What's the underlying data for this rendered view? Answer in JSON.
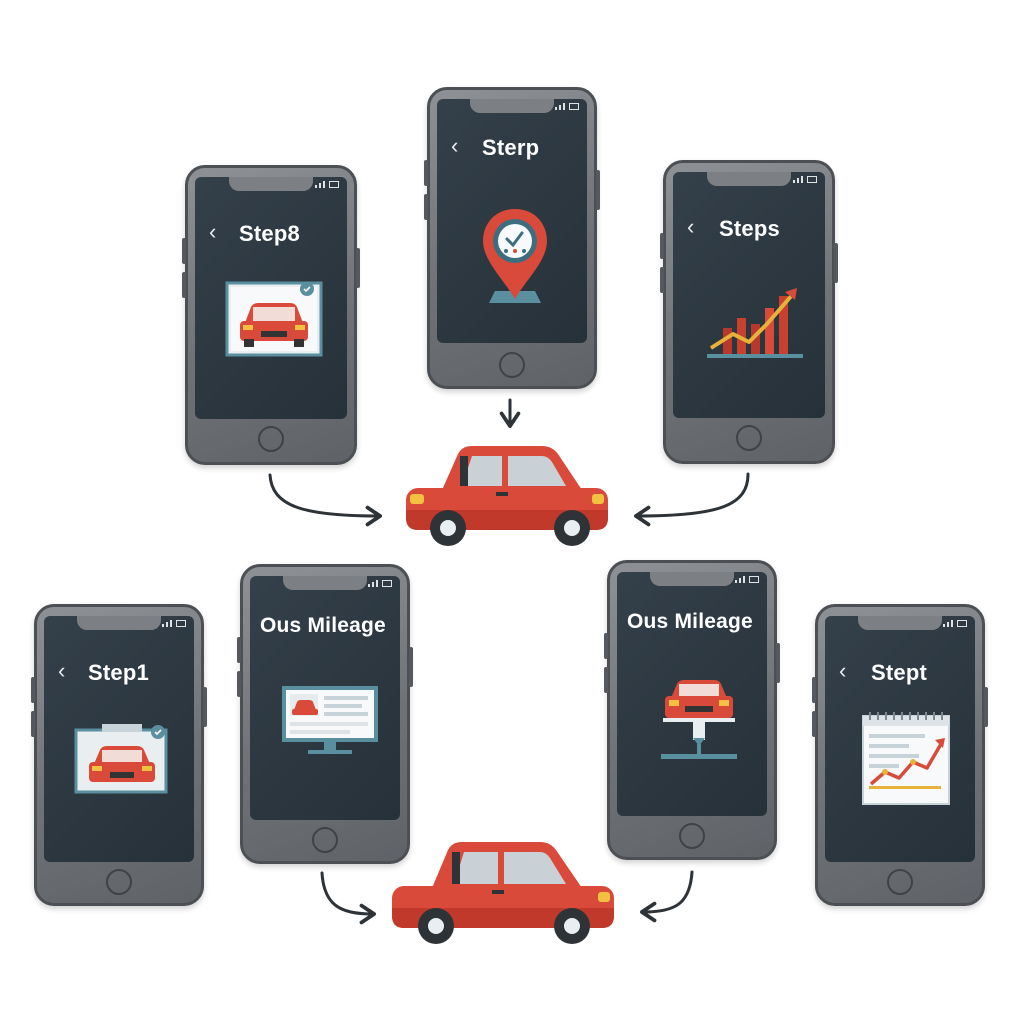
{
  "phones": [
    {
      "id": "steps-a",
      "title": "Step8",
      "back": true,
      "illustration": "car-photo-card-icon"
    },
    {
      "id": "steps-b",
      "title": "Sterp",
      "back": true,
      "illustration": "location-pin-clock-icon"
    },
    {
      "id": "steps-c",
      "title": "Steps",
      "back": true,
      "illustration": "growth-bar-chart-icon"
    },
    {
      "id": "step1",
      "title": "Step1",
      "back": true,
      "illustration": "car-photo-card-icon"
    },
    {
      "id": "mileage-a",
      "title": "Ous Mileage",
      "back": false,
      "illustration": "monitor-car-report-icon"
    },
    {
      "id": "mileage-b",
      "title": "Ous Mileage",
      "back": false,
      "illustration": "car-lift-service-icon"
    },
    {
      "id": "stept",
      "title": "Stept",
      "back": true,
      "illustration": "calendar-trend-chart-icon"
    }
  ],
  "back_glyph": "‹",
  "hub_icon": "red-car-icon",
  "colors": {
    "car_red": "#d94a3a",
    "screen_dark": "#2f3a43",
    "phone_frame": "#7a7e82",
    "arrow": "#2e3338",
    "accent_yellow": "#e8b23a",
    "accent_teal": "#5a8fa0"
  }
}
